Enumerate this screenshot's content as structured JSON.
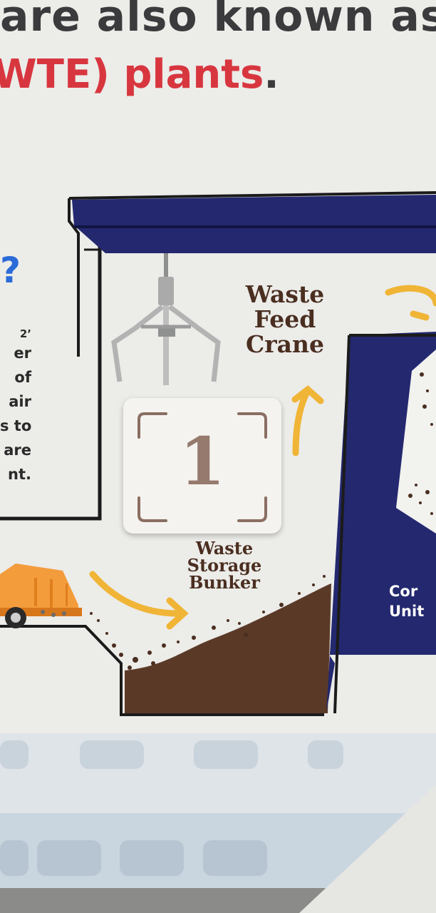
{
  "headline": {
    "line1": "are also known as",
    "line2_red": "WTE) plants",
    "line2_tail": "."
  },
  "side_panel": {
    "question_mark": "?",
    "lines": [
      "2’",
      "er",
      "of",
      "air",
      "s to",
      "are",
      "nt."
    ]
  },
  "diagram": {
    "crane_label": [
      "Waste",
      "Feed",
      "Crane"
    ],
    "step_number": "1",
    "bunker_label": [
      "Waste",
      "Storage",
      "Bunker"
    ],
    "unit_label": [
      "Cor",
      "Unit"
    ]
  },
  "colors": {
    "navy": "#23286f",
    "brown": "#4a2e20",
    "arrow_yellow": "#f0b536",
    "headline_red": "#d8363f",
    "truck_orange": "#f39c3c"
  }
}
